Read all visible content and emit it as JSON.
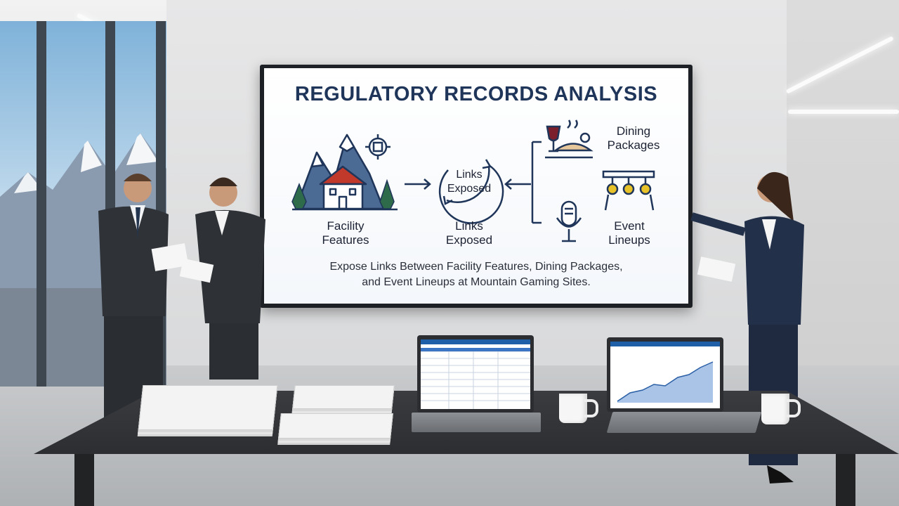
{
  "slide": {
    "title": "REGULATORY RECORDS ANALYSIS",
    "facility_label_1": "Facility",
    "facility_label_2": "Features",
    "links_circle_1": "Links",
    "links_circle_2": "Exposed",
    "links_label_1": "Links",
    "links_label_2": "Exposed",
    "dining_label_1": "Dining",
    "dining_label_2": "Packages",
    "event_label_1": "Event",
    "event_label_2": "Lineups",
    "caption_line_1": "Expose Links Between Facility Features, Dining Packages,",
    "caption_line_2": "and Event Lineups at Mountain Gaming Sites."
  },
  "colors": {
    "title": "#1f3559",
    "icon_navy": "#1f3559",
    "tree_green": "#2e6b4a",
    "mountain_blue": "#4b6a94",
    "spotlight_yellow": "#e8c229",
    "laptop_header": "#1f5fa8"
  },
  "icons": [
    "mountain-lodge-icon",
    "gear-icon",
    "cycle-arrows-icon",
    "wine-dining-icon",
    "stage-lights-icon",
    "microphone-icon"
  ]
}
